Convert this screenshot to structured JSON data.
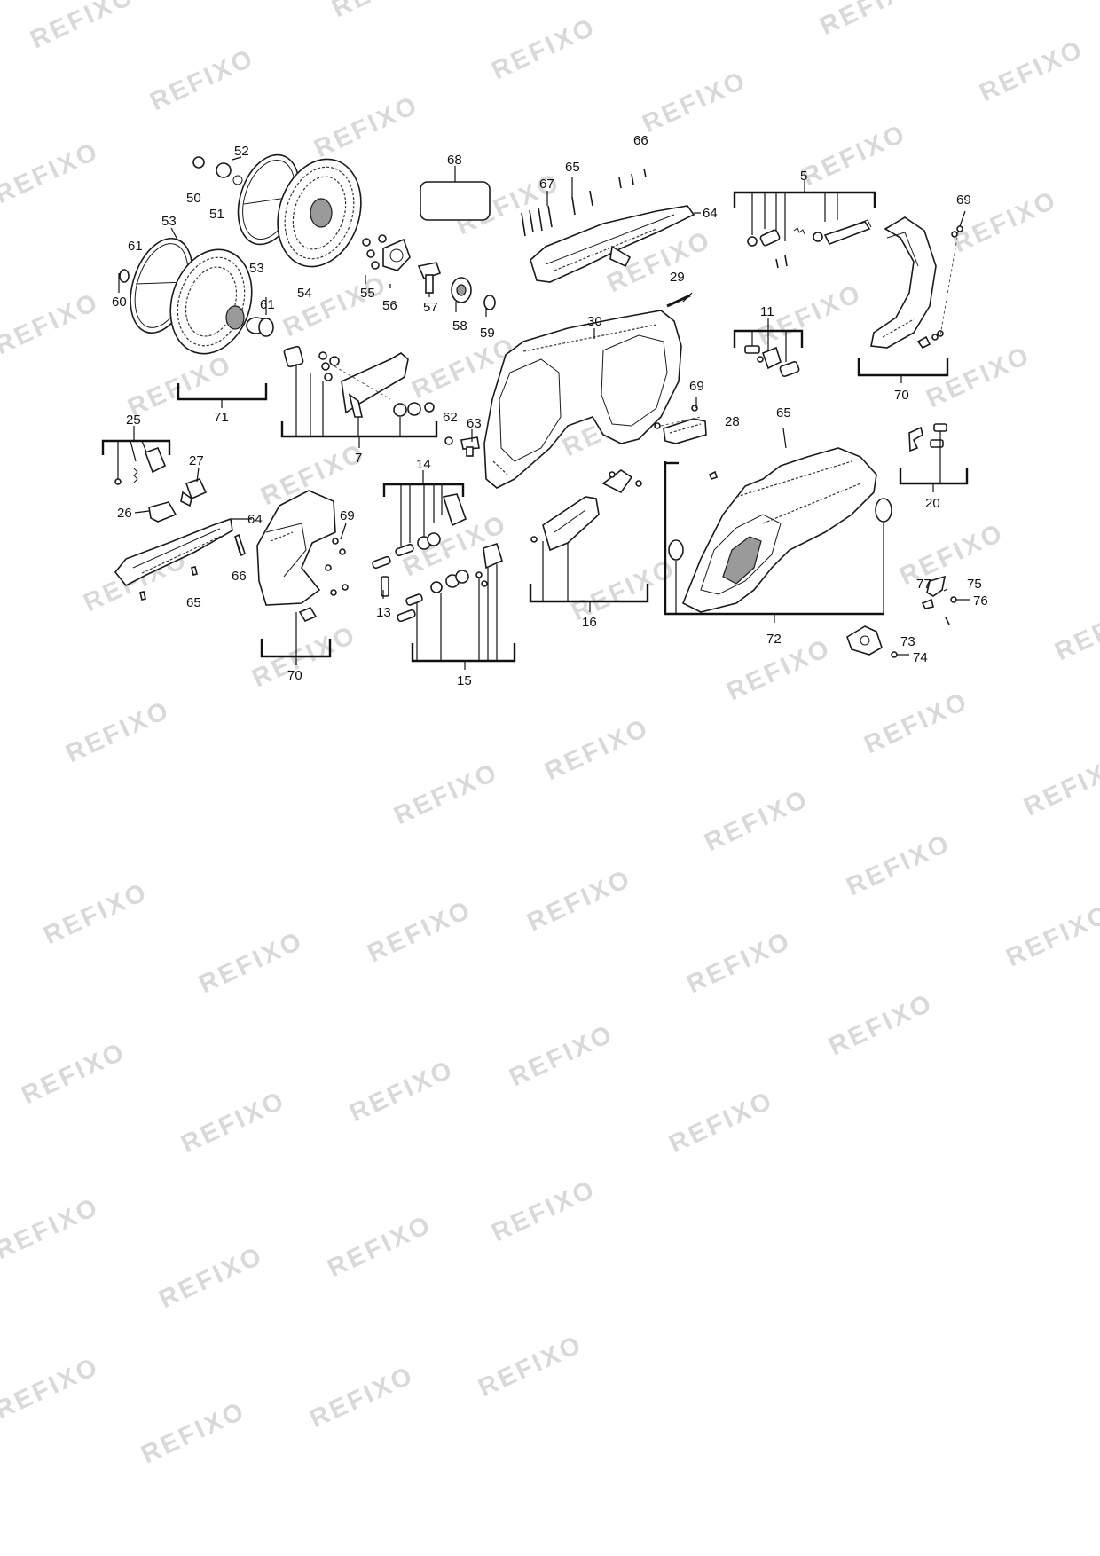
{
  "watermark": "REFIXO",
  "labels": {
    "l5": "5",
    "l7": "7",
    "l11": "11",
    "l13": "13",
    "l14": "14",
    "l15": "15",
    "l16": "16",
    "l20": "20",
    "l25": "25",
    "l26": "26",
    "l27": "27",
    "l28": "28",
    "l29": "29",
    "l30": "30",
    "l50": "50",
    "l51": "51",
    "l52": "52",
    "l53a": "53",
    "l53b": "53",
    "l54": "54",
    "l55": "55",
    "l56": "56",
    "l57": "57",
    "l58": "58",
    "l59": "59",
    "l60": "60",
    "l61a": "61",
    "l61b": "61",
    "l62": "62",
    "l63": "63",
    "l64a": "64",
    "l64b": "64",
    "l65a": "65",
    "l65b": "65",
    "l65c": "65",
    "l66a": "66",
    "l66b": "66",
    "l67": "67",
    "l68": "68",
    "l69a": "69",
    "l69b": "69",
    "l69c": "69",
    "l70a": "70",
    "l70b": "70",
    "l71": "71",
    "l72": "72",
    "l73": "73",
    "l74": "74",
    "l75": "75",
    "l76": "76",
    "l77": "77"
  },
  "colors": {
    "line": "#1a1a1a",
    "watermark": "#d9d9d9",
    "background": "#ffffff"
  }
}
